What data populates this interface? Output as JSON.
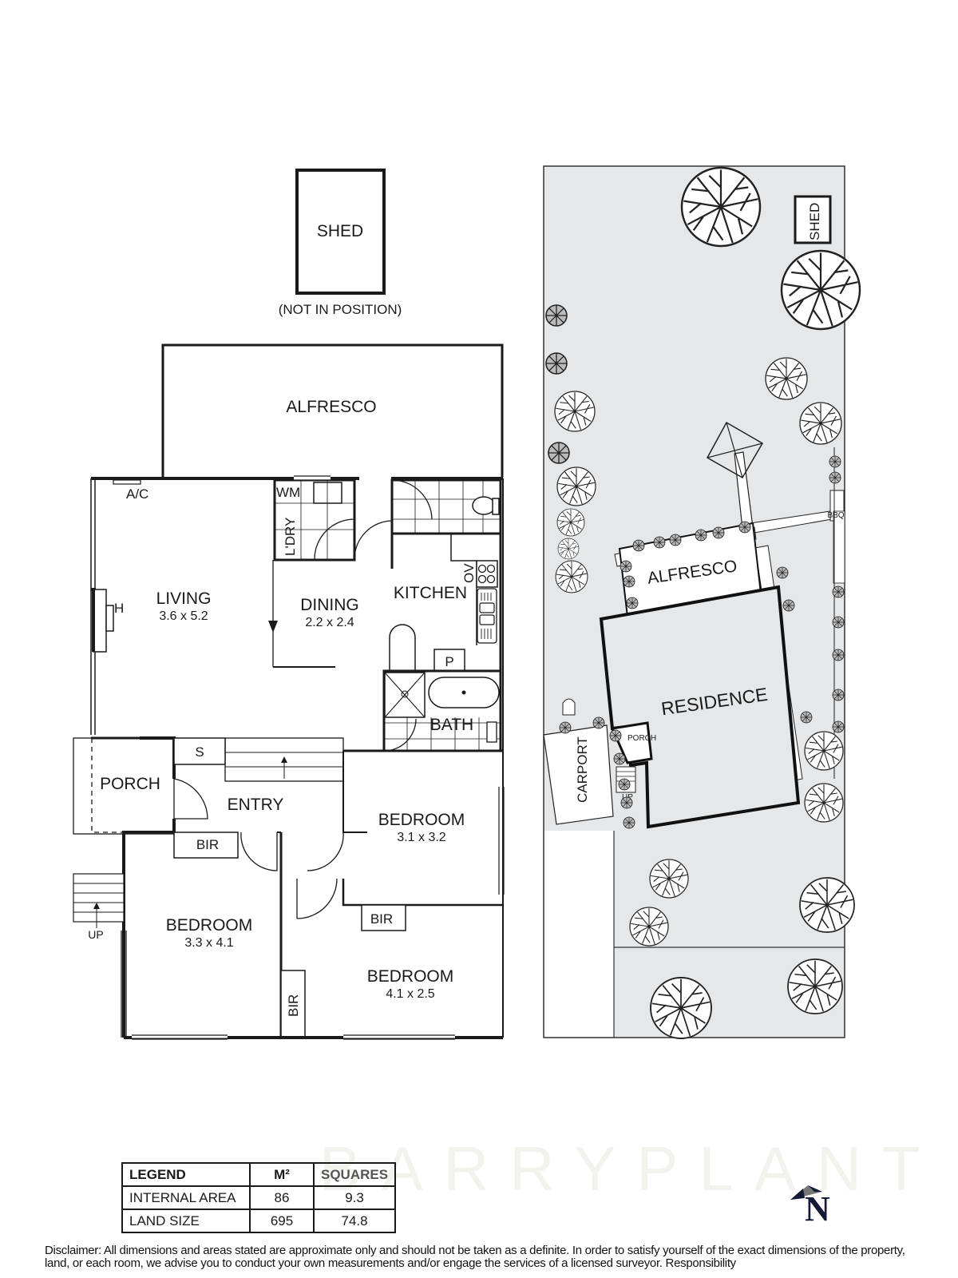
{
  "floor_plan": {
    "shed": {
      "label": "SHED",
      "note": "(NOT IN POSITION)"
    },
    "rooms": {
      "alfresco": {
        "label": "ALFRESCO"
      },
      "living": {
        "label": "LIVING",
        "dims": "3.6 x 5.2"
      },
      "dining": {
        "label": "DINING",
        "dims": "2.2 x 2.4"
      },
      "kitchen": {
        "label": "KITCHEN"
      },
      "laundry": {
        "label": "L'DRY"
      },
      "bath": {
        "label": "BATH"
      },
      "porch": {
        "label": "PORCH"
      },
      "entry": {
        "label": "ENTRY"
      },
      "bedroom1": {
        "label": "BEDROOM",
        "dims": "3.1 x 3.2"
      },
      "bedroom2": {
        "label": "BEDROOM",
        "dims": "3.3 x 4.1"
      },
      "bedroom3": {
        "label": "BEDROOM",
        "dims": "4.1 x 2.5"
      }
    },
    "fixtures": {
      "ac": "A/C",
      "heater": "H",
      "washing_machine": "WM",
      "oven": "OV",
      "pantry": "P",
      "storage": "S",
      "bir1": "BIR",
      "bir2": "BIR",
      "bir3": "BIR",
      "stairs_up": "UP"
    }
  },
  "site_plan": {
    "shed": "SHED",
    "bbq": "BBQ",
    "alfresco": "ALFRESCO",
    "residence": "RESIDENCE",
    "porch": "PORCH",
    "carport": "CARPORT",
    "stairs_up": "UP",
    "fill_color": "#e6e7e8"
  },
  "legend": {
    "headers": [
      "LEGEND",
      "M²",
      "SQUARES"
    ],
    "rows": [
      {
        "label": "INTERNAL AREA",
        "m2": "86",
        "squares": "9.3"
      },
      {
        "label": "LAND SIZE",
        "m2": "695",
        "squares": "74.8"
      }
    ]
  },
  "branding": {
    "watermark": "BARRYPLANT"
  },
  "compass": {
    "label": "N",
    "color": "#141a33"
  },
  "disclaimer": "Disclaimer: All dimensions and areas stated are approximate only and should not be taken as a definite. In order to satisfy yourself of the exact dimensions of the property, land, or each room, we advise you to conduct your own measurements and/or engage the services of a licensed surveyor. Responsibility"
}
